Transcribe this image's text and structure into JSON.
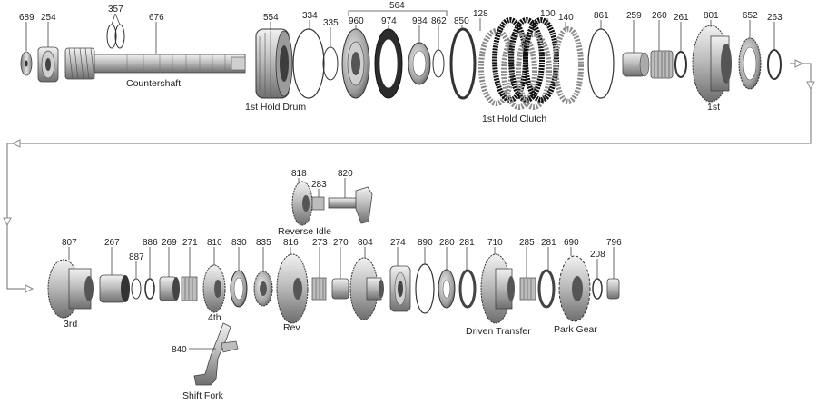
{
  "part_numbers": {
    "p689": "689",
    "p254": "254",
    "p357": "357",
    "p676": "676",
    "p554": "554",
    "p334": "334",
    "p335": "335",
    "p960": "960",
    "p974": "974",
    "p984": "984",
    "p862": "862",
    "p564": "564",
    "p850": "850",
    "p128": "128",
    "p100": "100",
    "p140": "140",
    "p861": "861",
    "p259": "259",
    "p260": "260",
    "p261": "261",
    "p801": "801",
    "p652": "652",
    "p263": "263",
    "p818": "818",
    "p283": "283",
    "p820": "820",
    "p807": "807",
    "p267": "267",
    "p887": "887",
    "p886": "886",
    "p269": "269",
    "p271": "271",
    "p810": "810",
    "p830": "830",
    "p835": "835",
    "p816": "816",
    "p273": "273",
    "p270": "270",
    "p804": "804",
    "p274": "274",
    "p890": "890",
    "p280": "280",
    "p281a": "281",
    "p710": "710",
    "p285": "285",
    "p281b": "281",
    "p690": "690",
    "p208": "208",
    "p796": "796",
    "p840": "840"
  },
  "labels": {
    "countershaft": "Countershaft",
    "hold_drum": "1st Hold Drum",
    "hold_clutch": "1st Hold Clutch",
    "first": "1st",
    "reverse_idle": "Reverse Idle",
    "third": "3rd",
    "fourth": "4th",
    "reverse": "Rev.",
    "driven_transfer": "Driven Transfer",
    "park_gear": "Park Gear",
    "shift_fork": "Shift Fork"
  },
  "colors": {
    "metal_light": "#dcdcdc",
    "metal_mid": "#a9a9a9",
    "metal_dark": "#5a5a5a",
    "friction_black": "#111111",
    "flow_line": "#8a8a8a"
  }
}
